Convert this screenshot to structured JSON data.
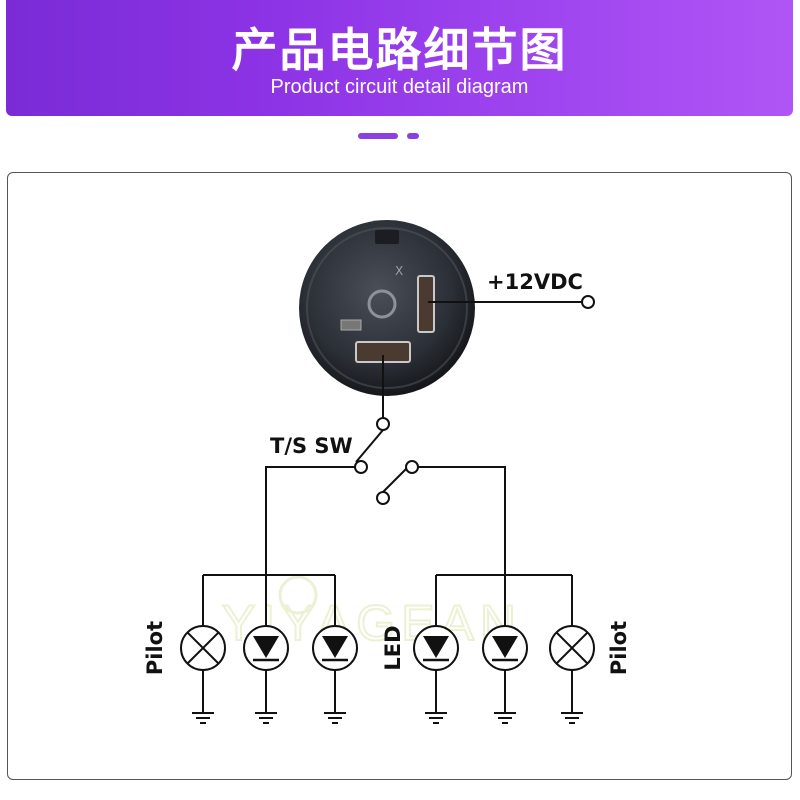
{
  "header": {
    "title_cn": "产品电路细节图",
    "title_en": "Product circuit detail diagram"
  },
  "diagram": {
    "supply_label": "+12VDC",
    "switch_label": "T/S SW",
    "left_lamp_label": "Pilot",
    "led_label": "LED",
    "right_lamp_label": "Pilot",
    "watermark": "YIYAGEAN"
  },
  "colors": {
    "banner_start": "#7a2bd6",
    "banner_end": "#b055f5",
    "accent": "#8a3fe0",
    "line": "#111111"
  },
  "icons": [
    "flasher-relay-icon",
    "lamp-icon",
    "diode-icon",
    "ground-icon",
    "terminal-icon"
  ]
}
